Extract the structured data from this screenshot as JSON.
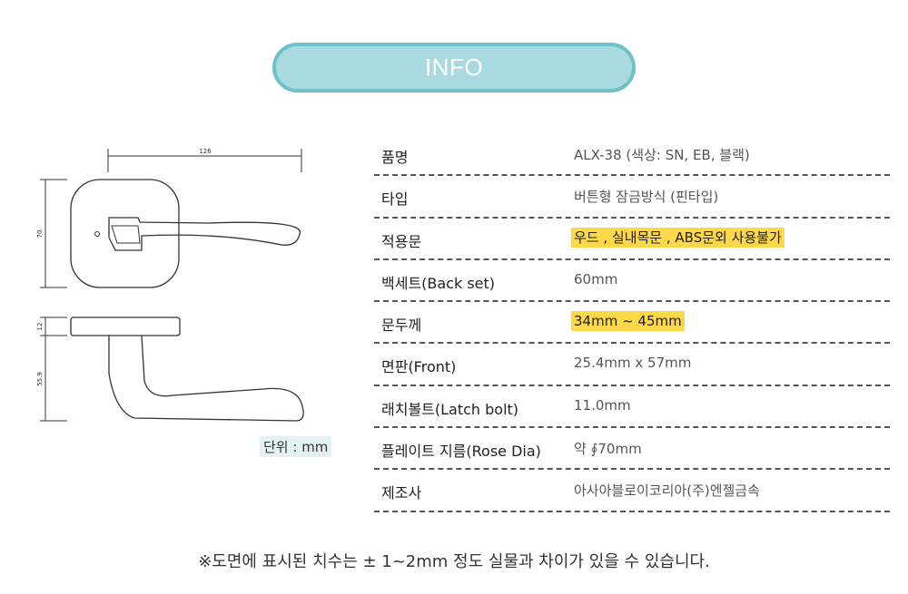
{
  "header": {
    "title": "INFO"
  },
  "drawing": {
    "dim_width": "126",
    "dim_height": "70",
    "dim_rose": "12",
    "dim_depth": "55.9",
    "unit_label": "단위 : mm"
  },
  "spec": {
    "rows": [
      {
        "label": "품명",
        "value": "ALX-38  (색상: SN, EB, 블랙)",
        "highlight": false
      },
      {
        "label": "타입",
        "value": "버튼형 잠금방식 (핀타입)",
        "highlight": false
      },
      {
        "label": "적용문",
        "value": "우드 , 실내목문 , ABS문외 사용불가",
        "highlight": true
      },
      {
        "label": "백세트(Back set)",
        "value": "60mm",
        "highlight": false
      },
      {
        "label": "문두께",
        "value": "34mm ~ 45mm",
        "highlight": true
      },
      {
        "label": "면판(Front)",
        "value": "25.4mm x 57mm",
        "highlight": false
      },
      {
        "label": "래치볼트(Latch bolt)",
        "value": "11.0mm",
        "highlight": false
      },
      {
        "label": "플레이트 지름(Rose Dia)",
        "value": "약 ∮70mm",
        "highlight": false
      },
      {
        "label": "제조사",
        "value": "아사아블로이코리아(주)엔젤금속",
        "highlight": false
      }
    ]
  },
  "footer": {
    "note": "※도면에 표시된 치수는 ± 1~2mm 정도 실물과 차이가 있을 수 있습니다."
  },
  "colors": {
    "pill_fill": "#a9dadf",
    "pill_border": "#6fc1c9",
    "highlight": "#ffd84a",
    "unit_bg": "#e3f2f3"
  }
}
